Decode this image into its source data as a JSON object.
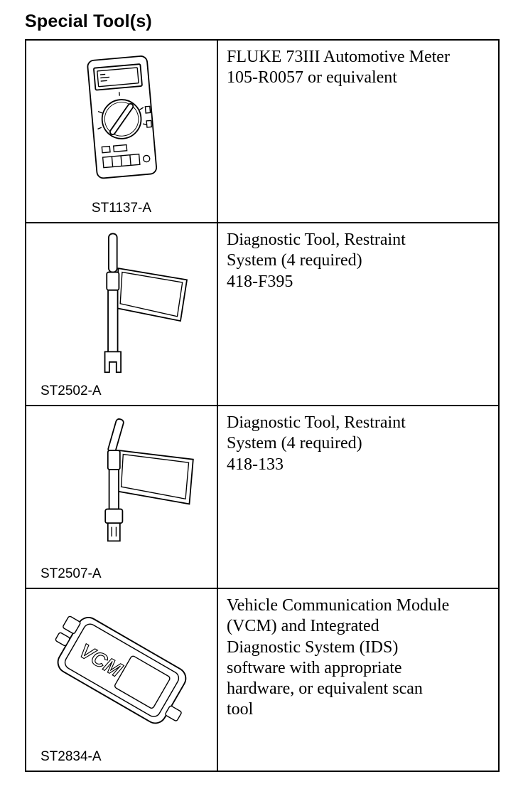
{
  "page": {
    "title": "Special Tool(s)"
  },
  "table": {
    "rows": [
      {
        "tool_id": "ST1137-A",
        "illustration": "multimeter-illustration",
        "lines": [
          "FLUKE 73III Automotive Meter",
          "105-R0057 or equivalent"
        ]
      },
      {
        "tool_id": "ST2502-A",
        "illustration": "diagnostic-flag-tool-illustration",
        "lines": [
          "Diagnostic Tool, Restraint",
          "System (4 required)",
          "418-F395"
        ]
      },
      {
        "tool_id": "ST2507-A",
        "illustration": "diagnostic-flag-tool-illustration",
        "lines": [
          "Diagnostic Tool, Restraint",
          "System (4 required)",
          "418-133"
        ]
      },
      {
        "tool_id": "ST2834-A",
        "illustration": "vcm-module-illustration",
        "illustration_text": "VCM",
        "lines": [
          "Vehicle Communication Module",
          "(VCM) and Integrated",
          "Diagnostic System (IDS)",
          "software with appropriate",
          "hardware, or equivalent scan",
          "tool"
        ]
      }
    ]
  }
}
